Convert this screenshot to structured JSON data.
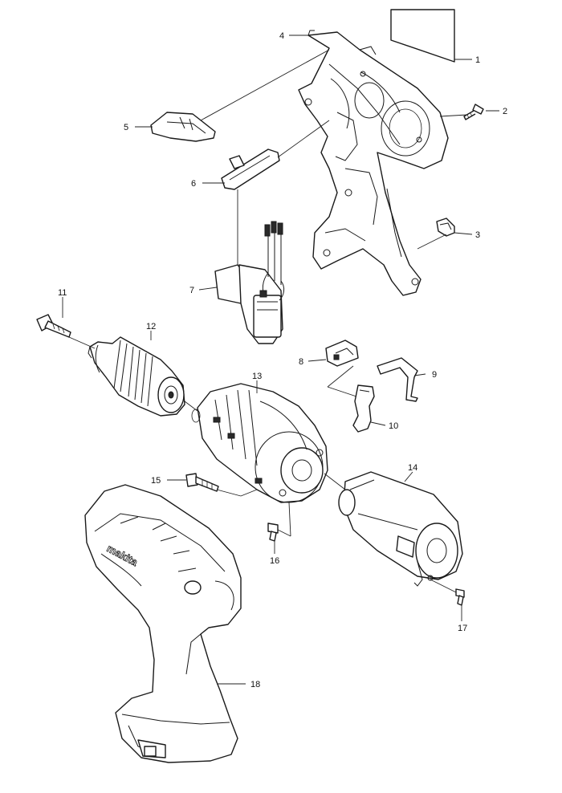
{
  "diagram": {
    "brand_logo_text": "makita",
    "callouts": [
      {
        "id": "1",
        "label": "1"
      },
      {
        "id": "2",
        "label": "2"
      },
      {
        "id": "3",
        "label": "3"
      },
      {
        "id": "4",
        "label": "4"
      },
      {
        "id": "5",
        "label": "5"
      },
      {
        "id": "6",
        "label": "6"
      },
      {
        "id": "7",
        "label": "7"
      },
      {
        "id": "8",
        "label": "8"
      },
      {
        "id": "9",
        "label": "9"
      },
      {
        "id": "10",
        "label": "10"
      },
      {
        "id": "11",
        "label": "11"
      },
      {
        "id": "12",
        "label": "12"
      },
      {
        "id": "13",
        "label": "13"
      },
      {
        "id": "14",
        "label": "14"
      },
      {
        "id": "15",
        "label": "15"
      },
      {
        "id": "16",
        "label": "16"
      },
      {
        "id": "17",
        "label": "17"
      },
      {
        "id": "18",
        "label": "18"
      }
    ]
  }
}
